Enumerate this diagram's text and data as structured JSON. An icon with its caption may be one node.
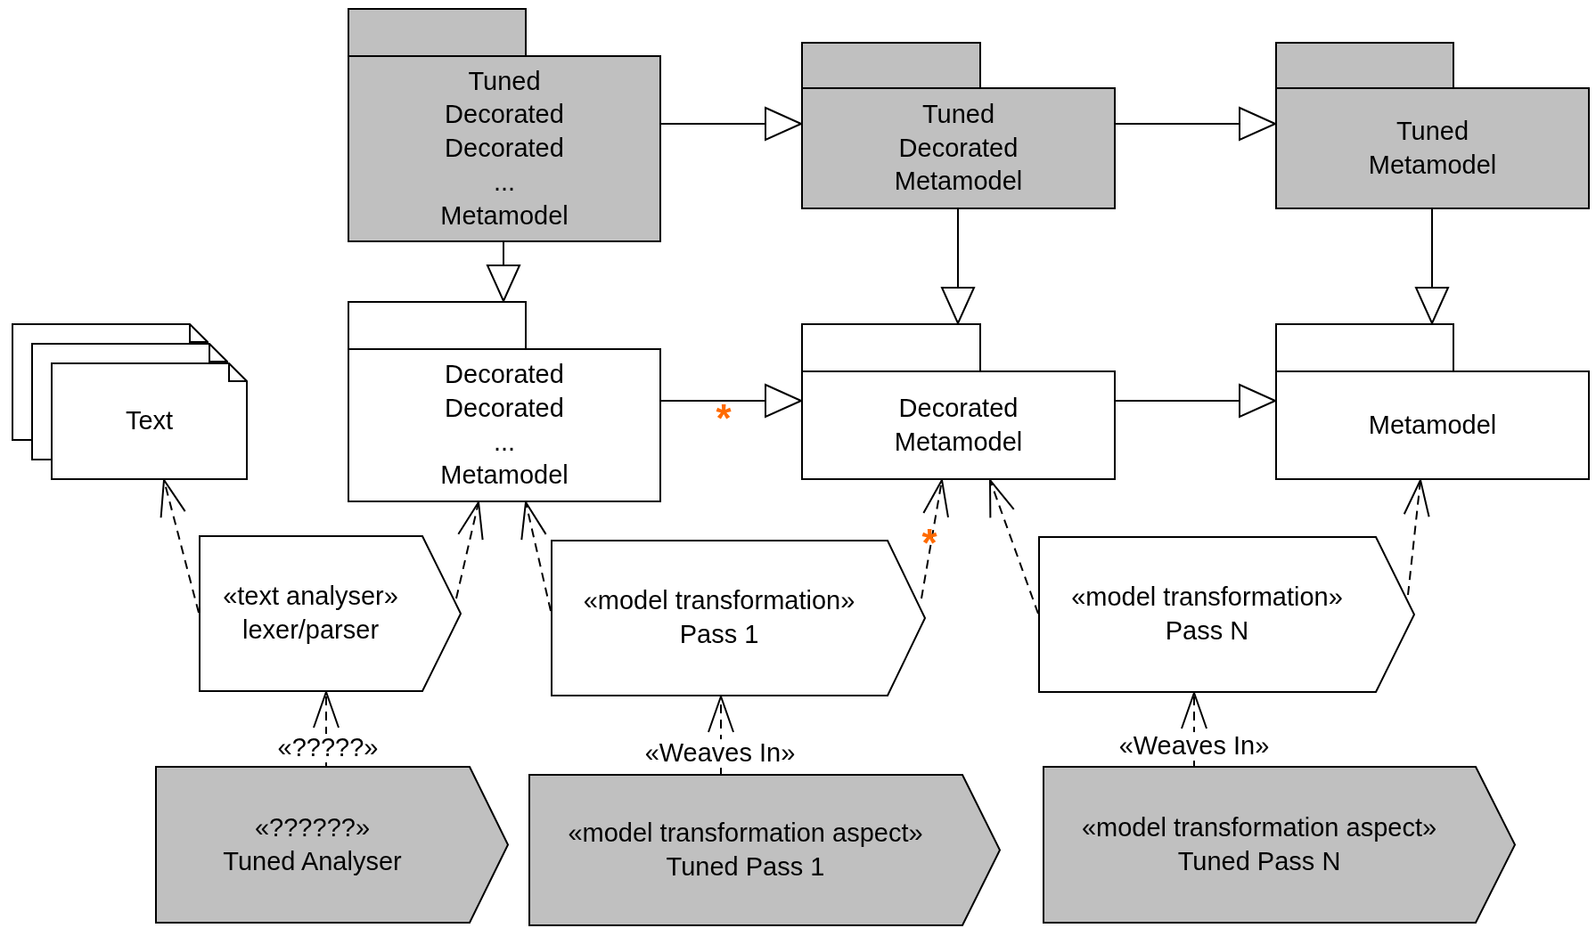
{
  "diagram": {
    "nodes": [
      {
        "text": [
          "Tuned Decorated Decorated ... Metamodel"
        ]
      },
      {
        "text": [
          "Tuned Decorated Metamodel"
        ]
      },
      {
        "text": [
          "Tuned Metamodel"
        ]
      },
      {
        "text": [
          "Decorated Decorated ... Metamodel"
        ]
      },
      {
        "text": [
          "Decorated Metamodel"
        ]
      },
      {
        "text": [
          "Metamodel"
        ]
      },
      {
        "text": [
          "Text"
        ]
      },
      {
        "text": [
          "«text analyser»",
          "lexer/parser"
        ]
      },
      {
        "text": [
          "«model transformation»",
          "Pass 1"
        ]
      },
      {
        "text": [
          "«model transformation»",
          "Pass N"
        ]
      },
      {
        "text": [
          "«??????»",
          "Tuned Analyser"
        ]
      },
      {
        "text": [
          "«model transformation aspect»",
          "Tuned Pass 1"
        ]
      },
      {
        "text": [
          "«model transformation aspect»",
          "Tuned Pass N"
        ]
      }
    ],
    "edges": [
      {
        "from": 0,
        "to": 1,
        "arrow": "to"
      },
      {
        "from": 1,
        "to": 2,
        "arrow": "to"
      },
      {
        "from": 0,
        "to": 3,
        "arrow": "to"
      },
      {
        "from": 1,
        "to": 4,
        "arrow": "to"
      },
      {
        "from": 2,
        "to": 5,
        "arrow": "to"
      },
      {
        "from": 3,
        "to": 4,
        "arrow": "to"
      },
      {
        "from": 4,
        "to": 5,
        "arrow": "to"
      },
      {
        "from": 7,
        "to": 6,
        "arrow": "to",
        "style": "dashed"
      },
      {
        "from": 7,
        "to": 3,
        "arrow": "to",
        "style": "dashed"
      },
      {
        "from": 8,
        "to": 3,
        "arrow": "to",
        "style": "dashed"
      },
      {
        "from": 8,
        "to": 4,
        "arrow": "to",
        "style": "dashed"
      },
      {
        "from": 9,
        "to": 4,
        "arrow": "to",
        "style": "dashed"
      },
      {
        "from": 9,
        "to": 5,
        "arrow": "to",
        "style": "dashed"
      },
      {
        "from": 10,
        "to": 7,
        "arrow": "to",
        "style": "dashed",
        "label": "«?????»"
      },
      {
        "from": 11,
        "to": 8,
        "arrow": "to",
        "style": "dashed",
        "label": "«Weaves In»"
      },
      {
        "from": 12,
        "to": 9,
        "arrow": "to",
        "style": "dashed",
        "label": "«Weaves In»"
      }
    ],
    "labels": [
      "*",
      "*"
    ]
  }
}
